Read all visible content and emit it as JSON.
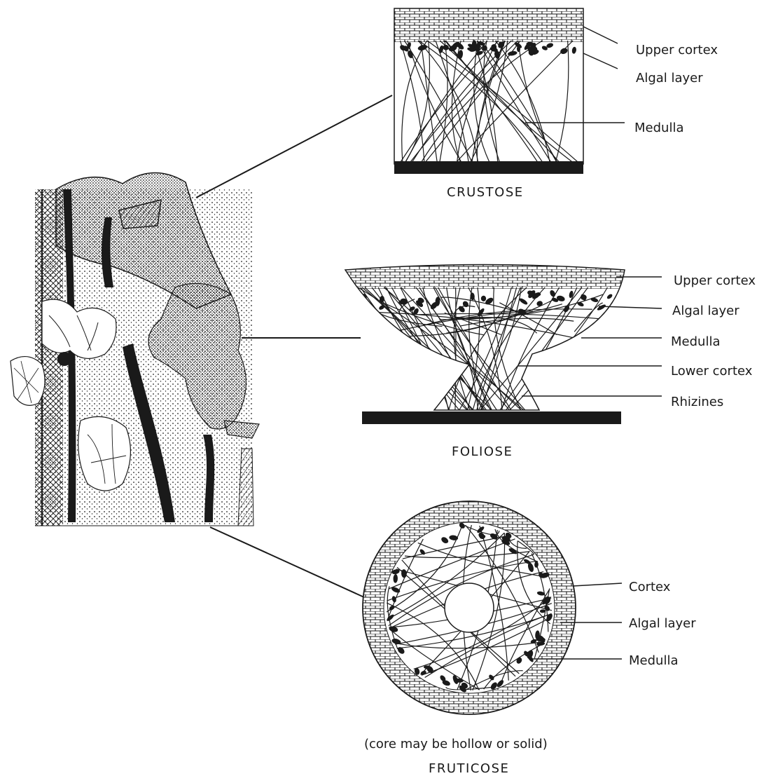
{
  "crustose": {
    "caption": "CRUSTOSE",
    "labels": [
      "Upper cortex",
      "Algal layer",
      "Medulla"
    ]
  },
  "foliose": {
    "caption": "FOLIOSE",
    "labels": [
      "Upper cortex",
      "Algal layer",
      "Medulla",
      "Lower cortex",
      "Rhizines"
    ]
  },
  "fruticose": {
    "caption": "FRUTICOSE",
    "note": "(core may be hollow or solid)",
    "labels": [
      "Cortex",
      "Algal layer",
      "Medulla"
    ]
  },
  "colors": {
    "ink": "#1a1a1a",
    "paper": "#ffffff"
  }
}
